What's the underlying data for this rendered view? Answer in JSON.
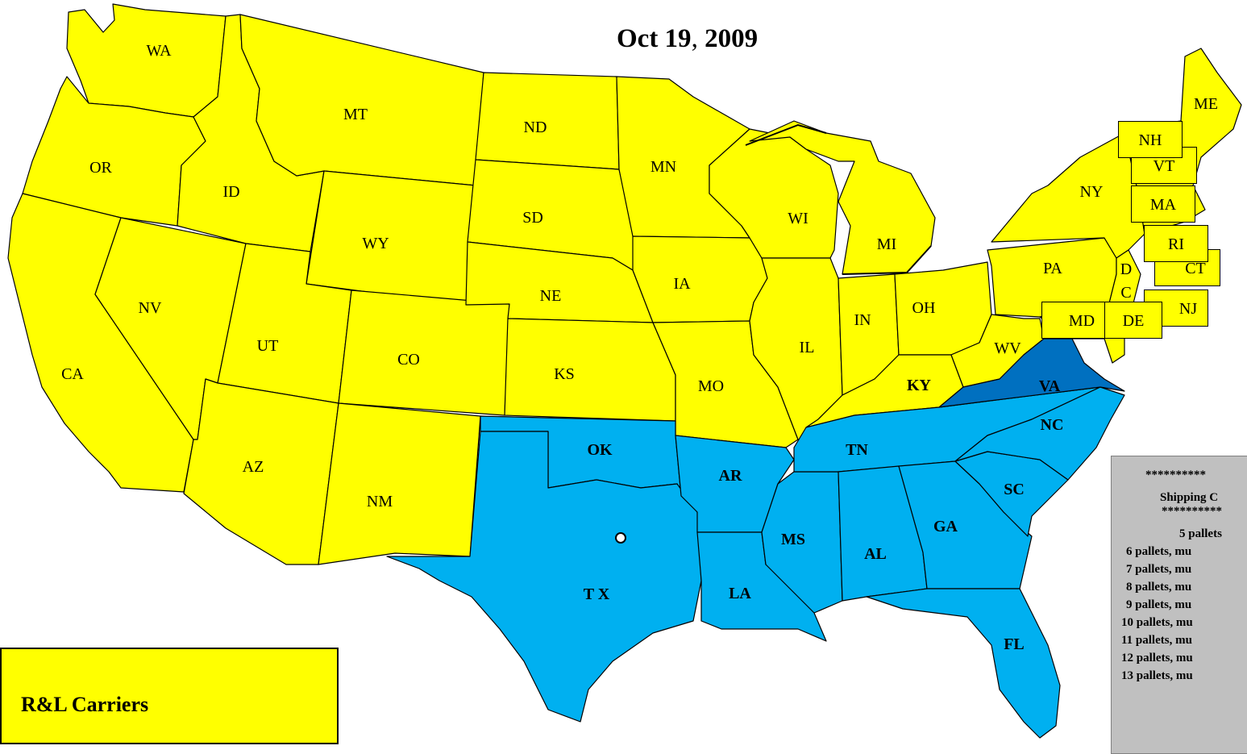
{
  "title": {
    "date_bold": "Oct 19",
    "date_sep": ",",
    "year_bold": "2009"
  },
  "colors": {
    "yellow_zone": "#ffff00",
    "light_blue_zone": "#00b0f0",
    "dark_blue_zone": "#0070c0",
    "legend_bg": "#ffff00",
    "info_bg": "#c0c0c0"
  },
  "states": {
    "WA": "WA",
    "OR": "OR",
    "CA": "CA",
    "ID": "ID",
    "NV": "NV",
    "MT": "MT",
    "WY": "WY",
    "UT": "UT",
    "AZ": "AZ",
    "CO": "CO",
    "NM": "NM",
    "ND": "ND",
    "SD": "SD",
    "NE": "NE",
    "KS": "KS",
    "MN": "MN",
    "IA": "IA",
    "MO": "MO",
    "WI": "WI",
    "MI": "MI",
    "IL": "IL",
    "IN": "IN",
    "OH": "OH",
    "KY": "KY",
    "WV": "WV",
    "PA": "PA",
    "NY": "NY",
    "ME": "ME",
    "VA": "VA",
    "NC": "NC",
    "TN": "TN",
    "AR": "AR",
    "OK": "OK",
    "TX": "T X",
    "LA": "LA",
    "MS": "MS",
    "AL": "AL",
    "GA": "GA",
    "SC": "SC",
    "FL": "FL",
    "DC_top": "D",
    "DC_bottom": "C"
  },
  "northeast_boxes": {
    "NH": "NH",
    "VT": "VT",
    "MA": "MA",
    "RI": "RI",
    "CT": "CT",
    "NJ": "NJ",
    "MD": "MD",
    "DE": "DE"
  },
  "legend": {
    "carrier": "R&L Carriers"
  },
  "info_box": {
    "lines": [
      "**********",
      "Shipping C",
      "**********",
      "5 pallets",
      "6 pallets, mu",
      "7 pallets, mu",
      "8 pallets, mu",
      "9 pallets, mu",
      "10 pallets, mu",
      "11 pallets, mu",
      "12 pallets, mu",
      "13 pallets, mu"
    ]
  }
}
